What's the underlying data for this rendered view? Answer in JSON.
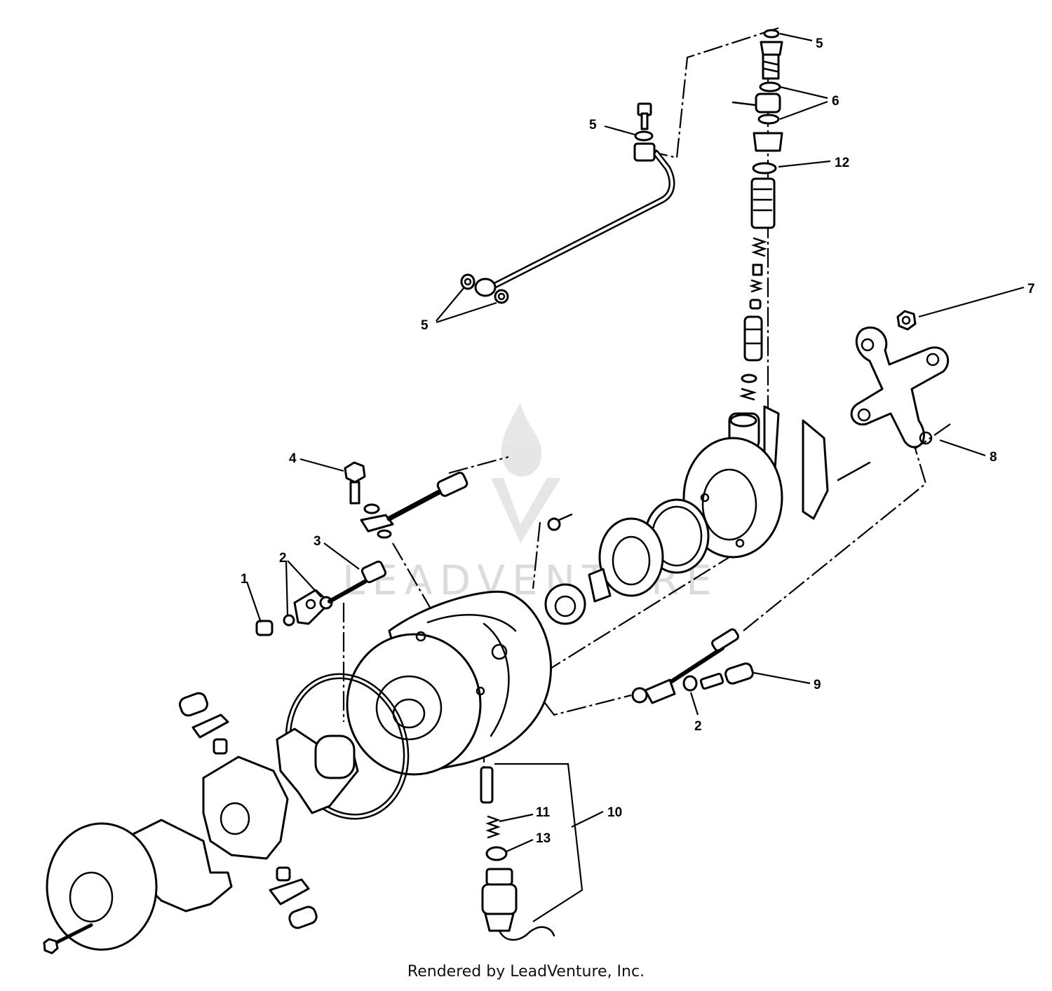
{
  "callouts": [
    {
      "id": "1",
      "label": "1"
    },
    {
      "id": "2a",
      "label": "2"
    },
    {
      "id": "2b",
      "label": "2"
    },
    {
      "id": "3",
      "label": "3"
    },
    {
      "id": "4",
      "label": "4"
    },
    {
      "id": "5a",
      "label": "5"
    },
    {
      "id": "5b",
      "label": "5"
    },
    {
      "id": "5c",
      "label": "5"
    },
    {
      "id": "6",
      "label": "6"
    },
    {
      "id": "7",
      "label": "7"
    },
    {
      "id": "8",
      "label": "8"
    },
    {
      "id": "9",
      "label": "9"
    },
    {
      "id": "10",
      "label": "10"
    },
    {
      "id": "11",
      "label": "11"
    },
    {
      "id": "12",
      "label": "12"
    },
    {
      "id": "13",
      "label": "13"
    }
  ],
  "watermark": "LEADVENTURE",
  "credit": "Rendered by LeadVenture, Inc.",
  "colors": {
    "line": "#000000",
    "background": "#ffffff",
    "watermark": "#d8d8d8"
  }
}
